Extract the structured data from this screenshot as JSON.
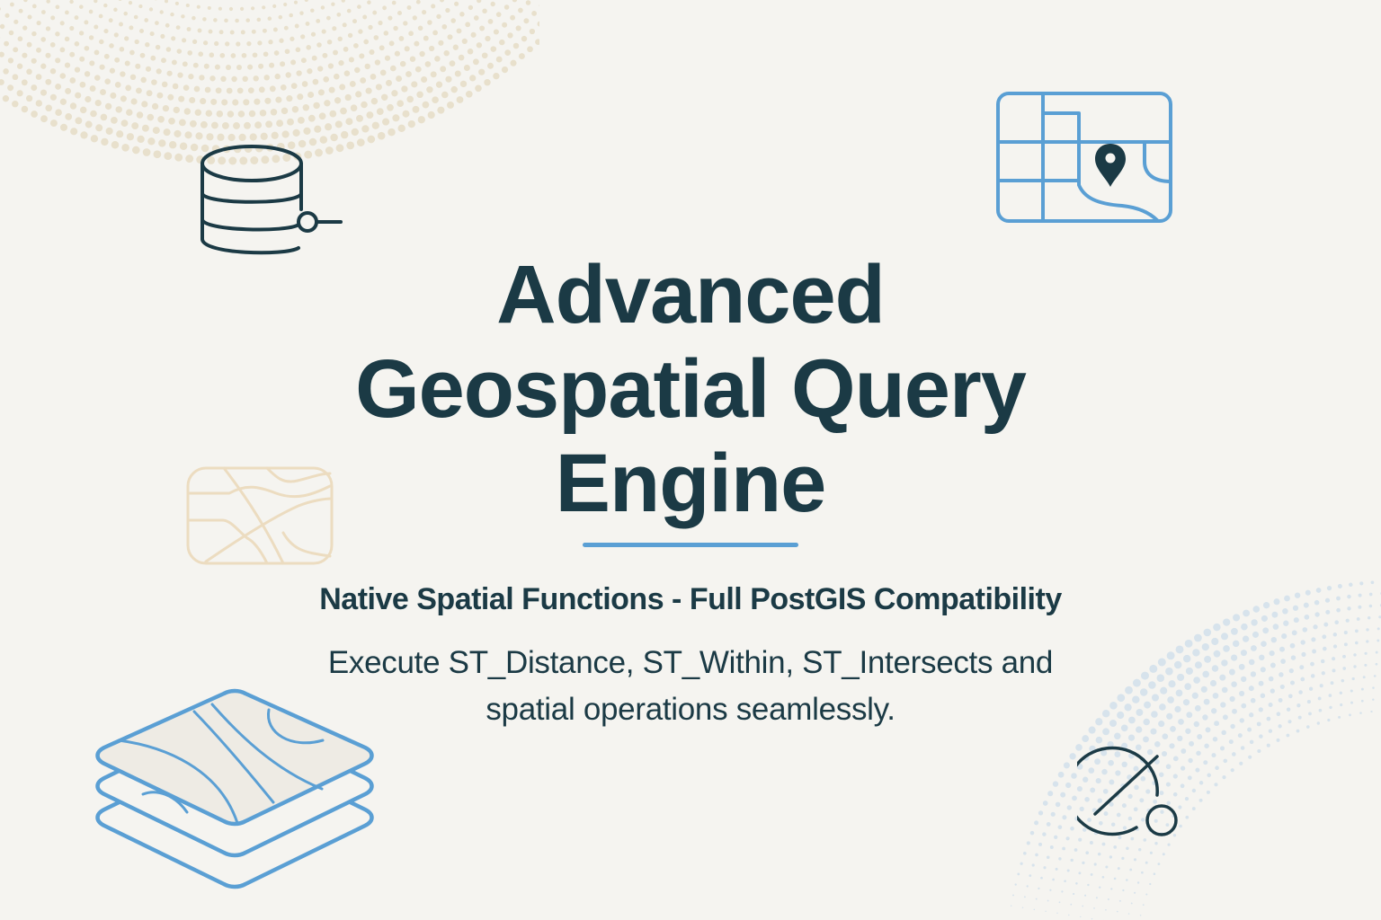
{
  "hero": {
    "title_lines": [
      "Advanced",
      "Geospatial Query",
      "Engine"
    ],
    "subtitle": "Native Spatial Functions - Full PostGIS Compatibility",
    "description_lines": [
      "Execute ST_Distance, ST_Within, ST_Intersects and",
      "spatial operations seamlessly."
    ]
  },
  "icons": [
    {
      "name": "database-search-icon",
      "color": "#1b3a45"
    },
    {
      "name": "map-pin-grid-icon",
      "color": "#5a9fd4",
      "pin_color": "#1b3a45"
    },
    {
      "name": "road-map-icon",
      "color": "#ecdcc0"
    },
    {
      "name": "map-layers-icon",
      "color": "#5a9fd4",
      "fill": "#eeebe4"
    },
    {
      "name": "spatial-buffer-icon",
      "color": "#1b3a45"
    }
  ],
  "colors": {
    "background": "#f5f4f0",
    "text": "#1b3a45",
    "accent": "#5a9fd4",
    "beige": "#ecdcc0",
    "dots_warm": "#e8e0cc",
    "dots_cool": "#d7e3ec"
  }
}
